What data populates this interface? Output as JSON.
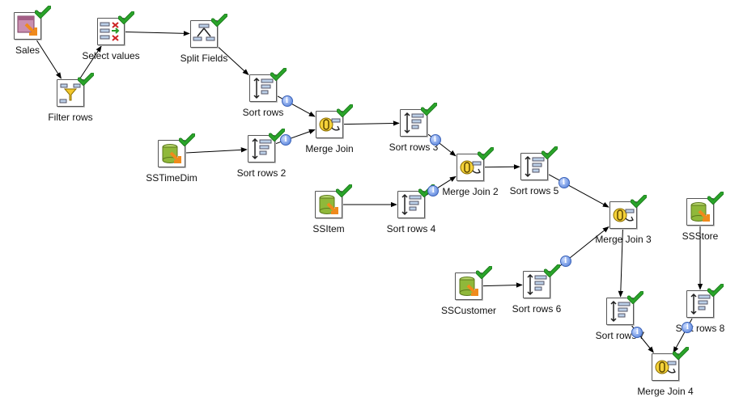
{
  "canvas": {
    "steps": [
      {
        "id": "sales",
        "label": "Sales",
        "icon": "table-input-icon"
      },
      {
        "id": "filter",
        "label": "Filter rows",
        "icon": "filter-icon"
      },
      {
        "id": "select",
        "label": "Select values",
        "icon": "select-values-icon"
      },
      {
        "id": "split",
        "label": "Split Fields",
        "icon": "split-fields-icon"
      },
      {
        "id": "sort1",
        "label": "Sort rows",
        "icon": "sort-rows-icon"
      },
      {
        "id": "mj1",
        "label": "Merge Join",
        "icon": "merge-join-icon"
      },
      {
        "id": "timedim",
        "label": "SSTimeDim",
        "icon": "database-input-icon"
      },
      {
        "id": "sort2",
        "label": "Sort rows 2",
        "icon": "sort-rows-icon"
      },
      {
        "id": "sort3",
        "label": "Sort rows 3",
        "icon": "sort-rows-icon"
      },
      {
        "id": "mj2",
        "label": "Merge Join 2",
        "icon": "merge-join-icon"
      },
      {
        "id": "sort5",
        "label": "Sort rows 5",
        "icon": "sort-rows-icon"
      },
      {
        "id": "ssitem",
        "label": "SSItem",
        "icon": "database-input-icon"
      },
      {
        "id": "sort4",
        "label": "Sort rows 4",
        "icon": "sort-rows-icon"
      },
      {
        "id": "mj3",
        "label": "Merge Join 3",
        "icon": "merge-join-icon"
      },
      {
        "id": "ssstore",
        "label": "SSStore",
        "icon": "database-input-icon"
      },
      {
        "id": "sscust",
        "label": "SSCustomer",
        "icon": "database-input-icon"
      },
      {
        "id": "sort6",
        "label": "Sort rows 6",
        "icon": "sort-rows-icon"
      },
      {
        "id": "sort7",
        "label": "Sort rows 7",
        "icon": "sort-rows-icon"
      },
      {
        "id": "sort8",
        "label": "Sort rows 8",
        "icon": "sort-rows-icon"
      },
      {
        "id": "mj4",
        "label": "Merge Join 4",
        "icon": "merge-join-icon"
      }
    ],
    "hops": [
      {
        "from": "sales",
        "to": "filter"
      },
      {
        "from": "filter",
        "to": "select"
      },
      {
        "from": "select",
        "to": "split"
      },
      {
        "from": "split",
        "to": "sort1"
      },
      {
        "from": "sort1",
        "to": "mj1",
        "info": "i"
      },
      {
        "from": "sort2",
        "to": "mj1",
        "info": "i"
      },
      {
        "from": "timedim",
        "to": "sort2"
      },
      {
        "from": "mj1",
        "to": "sort3"
      },
      {
        "from": "sort3",
        "to": "mj2",
        "info": "i"
      },
      {
        "from": "sort4",
        "to": "mj2",
        "info": "i"
      },
      {
        "from": "ssitem",
        "to": "sort4"
      },
      {
        "from": "mj2",
        "to": "sort5"
      },
      {
        "from": "sort5",
        "to": "mj3",
        "info": "i"
      },
      {
        "from": "sort6",
        "to": "mj3",
        "info": "i"
      },
      {
        "from": "sscust",
        "to": "sort6"
      },
      {
        "from": "mj3",
        "to": "sort7"
      },
      {
        "from": "ssstore",
        "to": "sort8"
      },
      {
        "from": "sort7",
        "to": "mj4",
        "info": "i"
      },
      {
        "from": "sort8",
        "to": "mj4",
        "info": "i"
      }
    ],
    "colors": {
      "hop": "#000000",
      "check": "#2aa52a",
      "info": "#4a78d6",
      "db": "#8fb83a",
      "arrow_orange": "#f08a1c"
    }
  }
}
